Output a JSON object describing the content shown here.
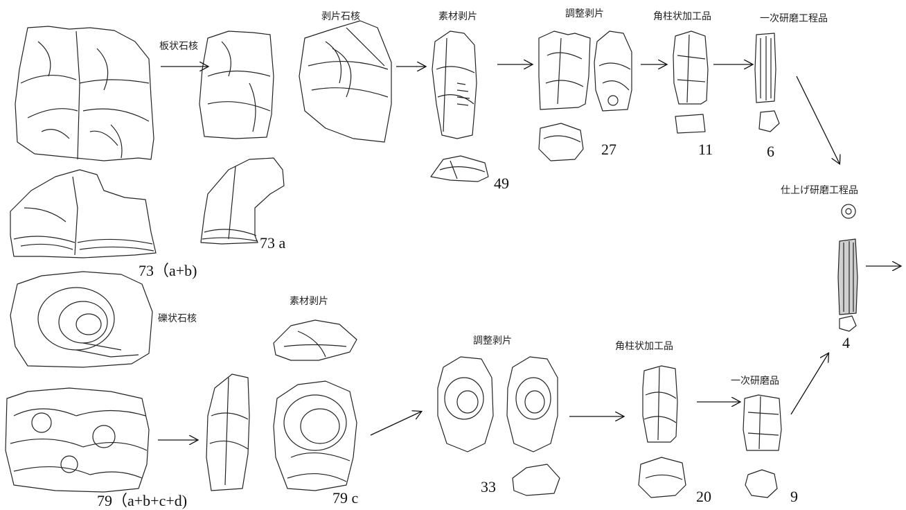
{
  "top_row": {
    "labels": {
      "plate_core": "板状石核",
      "flake_core": "剥片石核",
      "blank_flake": "素材剥片",
      "adjusted_flake": "調整剥片",
      "prism_product": "角柱状加工品",
      "primary_polish": "一次研磨工程品"
    },
    "numbers": {
      "n49": "49",
      "n27": "27",
      "n11": "11",
      "n6": "6",
      "n73a": "73 a",
      "n73ab": "73（a+b)"
    }
  },
  "finish": {
    "label": "仕上げ研磨工程品",
    "number": "4"
  },
  "bottom_row": {
    "labels": {
      "pebble_core": "礫状石核",
      "blank_flake": "素材剥片",
      "adjusted_flake": "調整剥片",
      "prism_product": "角柱状加工品",
      "primary_polish": "一次研磨品"
    },
    "numbers": {
      "n79abcd": "79（a+b+c+d)",
      "n79c": "79 c",
      "n33": "33",
      "n20": "20",
      "n9": "9"
    }
  }
}
